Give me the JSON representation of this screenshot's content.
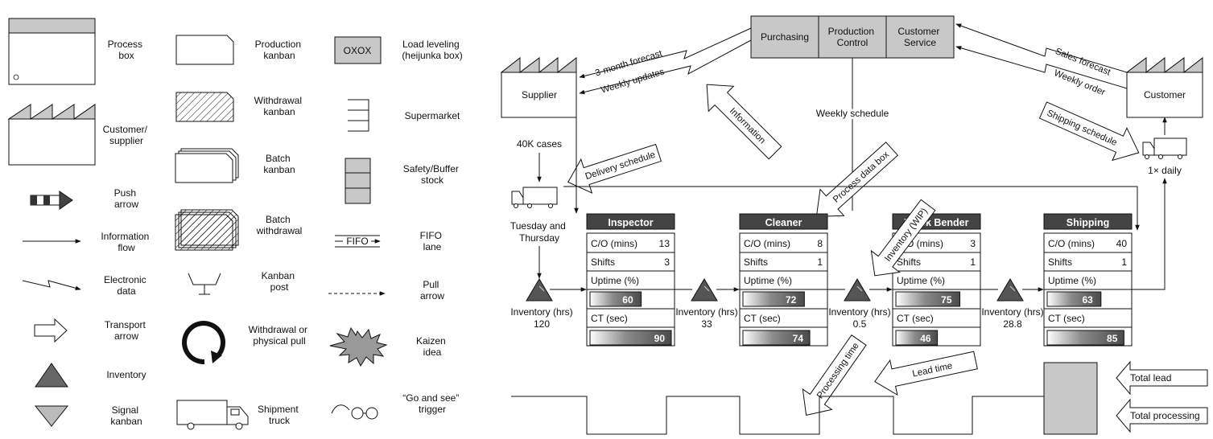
{
  "legend": {
    "col1": [
      {
        "icon": "process-box-icon",
        "label": [
          "Process",
          "box"
        ]
      },
      {
        "icon": "factory-icon",
        "label": [
          "Customer/",
          "supplier"
        ]
      },
      {
        "icon": "push-arrow-icon",
        "label": [
          "Push",
          "arrow"
        ]
      },
      {
        "icon": "information-flow-icon",
        "label": [
          "Information",
          "flow"
        ]
      },
      {
        "icon": "electronic-data-icon",
        "label": [
          "Electronic",
          "data"
        ]
      },
      {
        "icon": "transport-arrow-icon",
        "label": [
          "Transport",
          "arrow"
        ]
      },
      {
        "icon": "inventory-triangle-icon",
        "label": [
          "Inventory"
        ]
      },
      {
        "icon": "signal-kanban-icon",
        "label": [
          "Signal",
          "kanban"
        ]
      }
    ],
    "col2": [
      {
        "icon": "production-kanban-icon",
        "label": [
          "Production",
          "kanban"
        ]
      },
      {
        "icon": "withdrawal-kanban-icon",
        "label": [
          "Withdrawal",
          "kanban"
        ]
      },
      {
        "icon": "batch-kanban-icon",
        "label": [
          "Batch",
          "kanban"
        ]
      },
      {
        "icon": "batch-withdrawal-icon",
        "label": [
          "Batch",
          "withdrawal"
        ]
      },
      {
        "icon": "kanban-post-icon",
        "label": [
          "Kanban",
          "post"
        ]
      },
      {
        "icon": "withdrawal-pull-icon",
        "label": [
          "Withdrawal or",
          "physical pull"
        ]
      },
      {
        "icon": "shipment-truck-icon",
        "label": [
          "Shipment",
          "truck"
        ]
      }
    ],
    "col3": [
      {
        "icon": "load-leveling-icon",
        "label": [
          "Load leveling",
          "(heijunka box)"
        ],
        "inner": "OXOX"
      },
      {
        "icon": "supermarket-icon",
        "label": [
          "Supermarket"
        ]
      },
      {
        "icon": "safety-stock-icon",
        "label": [
          "Safety/Buffer",
          "stock"
        ]
      },
      {
        "icon": "fifo-lane-icon",
        "label": [
          "FIFO",
          "lane"
        ],
        "inner": "FIFO"
      },
      {
        "icon": "pull-arrow-icon",
        "label": [
          "Pull",
          "arrow"
        ]
      },
      {
        "icon": "kaizen-burst-icon",
        "label": [
          "Kaizen",
          "idea"
        ]
      },
      {
        "icon": "go-see-icon",
        "label": [
          "“Go and see”",
          "trigger"
        ]
      }
    ]
  },
  "map": {
    "control": [
      "Purchasing",
      [
        "Production",
        "Control"
      ],
      [
        "Customer",
        "Service"
      ]
    ],
    "supplier": "Supplier",
    "customer": "Customer",
    "arrows": {
      "forecast_3m": "3-month forecast",
      "weekly_updates": "Weekly updates",
      "sales_forecast": "Sales forecast",
      "weekly_order": "Weekly order",
      "information": "Information",
      "weekly_schedule": "Weekly schedule",
      "process_data_box": "Process data box",
      "delivery_schedule": "Delivery schedule",
      "shipping_schedule": "Shipping schedule",
      "inventory_wip": "Inventory (WIP)",
      "processing_time": "Processing time",
      "lead_time": "Lead time"
    },
    "supplier_qty": "40K cases",
    "supplier_freq": [
      "Tuesday and",
      "Thursday"
    ],
    "customer_freq": "1× daily",
    "processes": [
      {
        "name": "Inspector",
        "co": "13",
        "shifts": "3",
        "uptime": 60,
        "ct": 90
      },
      {
        "name": "Cleaner",
        "co": "8",
        "shifts": "1",
        "uptime": 72,
        "ct": 74
      },
      {
        "name": "Truck Bender",
        "co": "3",
        "shifts": "1",
        "uptime": 75,
        "ct": 46
      },
      {
        "name": "Shipping",
        "co": "40",
        "shifts": "1",
        "uptime": 63,
        "ct": 85
      }
    ],
    "row_labels": {
      "co": "C/O (mins)",
      "shifts": "Shifts",
      "uptime": "Uptime (%)",
      "ct": "CT (sec)"
    },
    "inventories": [
      {
        "label": "Inventory (hrs)",
        "value": "120"
      },
      {
        "label": "Inventory (hrs)",
        "value": "33"
      },
      {
        "label": "Inventory (hrs)",
        "value": "0.5"
      },
      {
        "label": "Inventory (hrs)",
        "value": "28.8"
      }
    ],
    "total_lead": "Total lead",
    "total_processing": "Total processing"
  }
}
